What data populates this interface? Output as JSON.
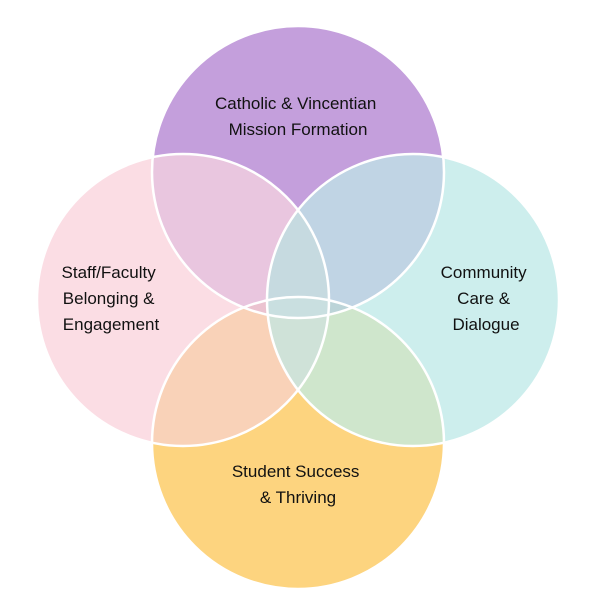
{
  "circles": [
    {
      "id": "top",
      "lines": [
        "Catholic & Vincentian",
        "Mission Formation"
      ],
      "color": "#c49fdc"
    },
    {
      "id": "left",
      "lines": [
        "Staff/Faculty",
        "Belonging &",
        "Engagement"
      ],
      "color": "#fbdde4"
    },
    {
      "id": "right",
      "lines": [
        "Community",
        "Care &",
        "Dialogue"
      ],
      "color": "#cdeeed"
    },
    {
      "id": "bottom",
      "lines": [
        "Student Success",
        "& Thriving"
      ],
      "color": "#fdd47f"
    }
  ],
  "overlap_colors": {
    "top_left": "#e9c6df",
    "top_right": "#c0d4e4",
    "left_bottom": "#f9d2b8",
    "right_bottom": "#cfe6cc",
    "center": "#c9dfe0",
    "tlb": "#ebc3d0",
    "trb": "#bcd4d8",
    "tlr": "#c6dae0",
    "lrb": "#cfe2d8"
  },
  "outline_color": "#ffffff"
}
